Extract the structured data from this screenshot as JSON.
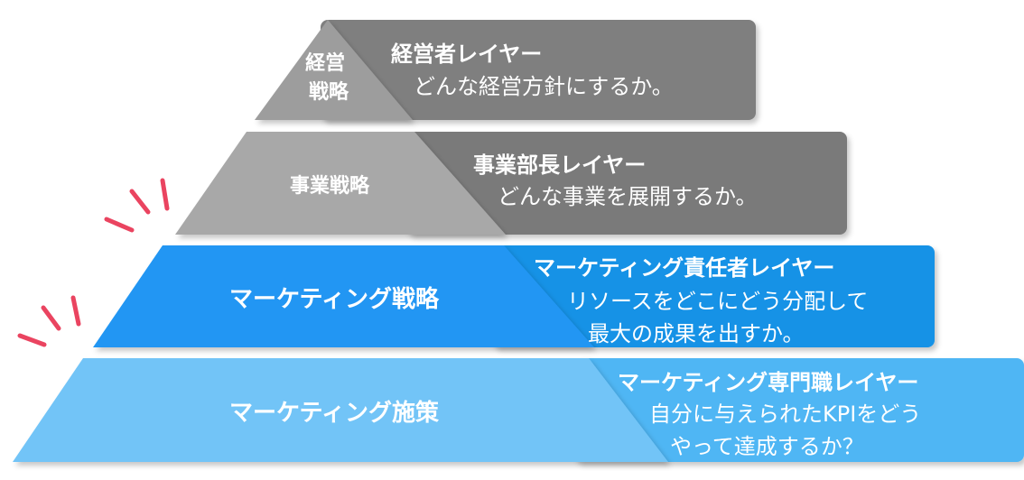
{
  "colors": {
    "top_box": "#7f7f7f",
    "top_triangle": "#9d9d9d",
    "second_box": "#7a7a7a",
    "second_trapezoid": "#a8a8a8",
    "third_box": "#1592e6",
    "third_trapezoid": "#2196f3",
    "bottom_box": "#4fb6f4",
    "bottom_trapezoid": "#72c4f7",
    "accent": "#ea4460",
    "text": "#ffffff"
  },
  "levels": [
    {
      "pyramid_label_lines": [
        "経営",
        "戦略"
      ],
      "title": "経営者レイヤー",
      "description_lines": [
        "どんな経営方針にするか。"
      ]
    },
    {
      "pyramid_label_lines": [
        "事業戦略"
      ],
      "title": "事業部長レイヤー",
      "description_lines": [
        "どんな事業を展開するか。"
      ]
    },
    {
      "pyramid_label_lines": [
        "マーケティング戦略"
      ],
      "title": "マーケティング責任者レイヤー",
      "description_lines": [
        "リソースをどこにどう分配して",
        "最大の成果を出すか。"
      ]
    },
    {
      "pyramid_label_lines": [
        "マーケティング施策"
      ],
      "title": "マーケティング専門職レイヤー",
      "description_lines": [
        "自分に与えられたKPIをどう",
        "やって達成するか？"
      ]
    }
  ]
}
